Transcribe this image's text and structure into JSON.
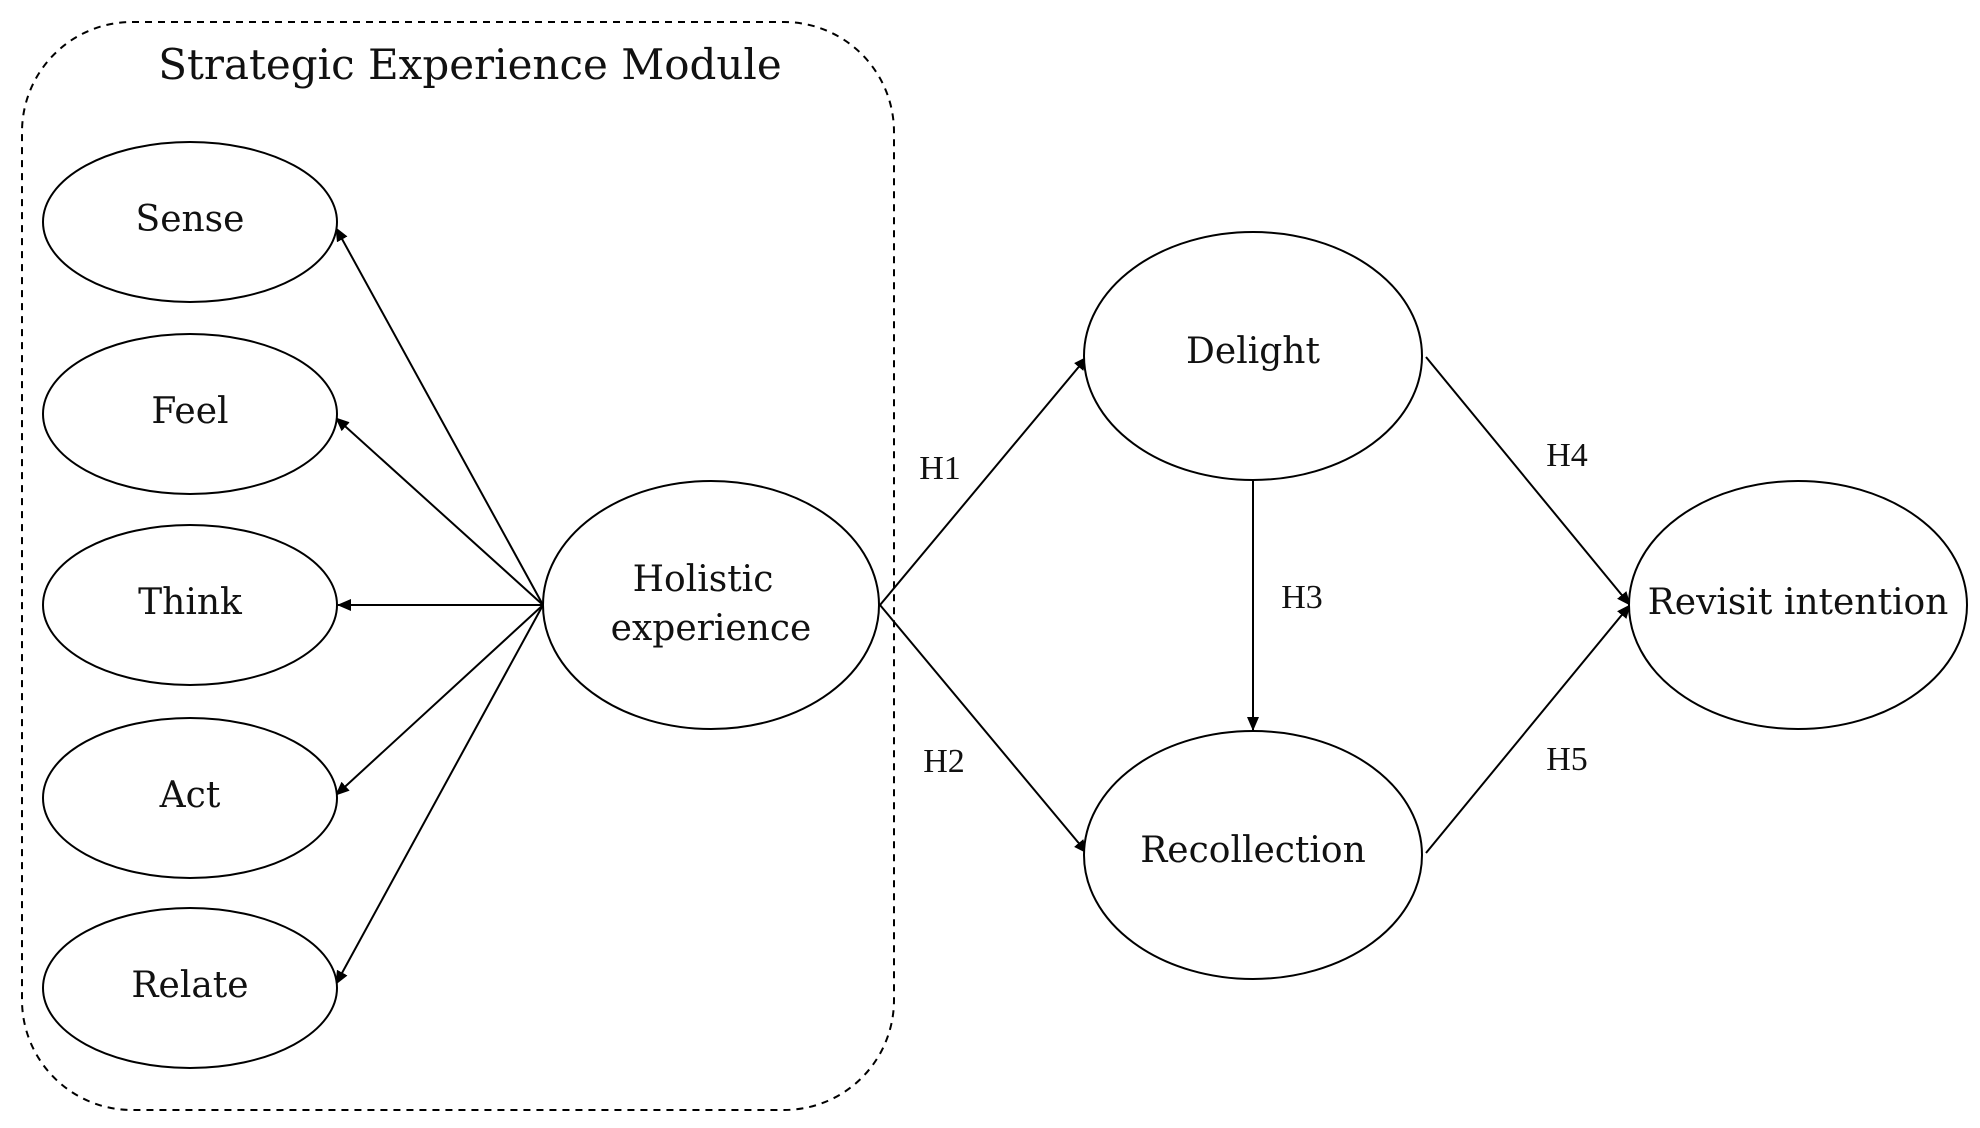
{
  "group": {
    "title": "Strategic  Experience Module"
  },
  "nodes": {
    "sense": {
      "label": "Sense"
    },
    "feel": {
      "label": "Feel"
    },
    "think": {
      "label": "Think"
    },
    "act": {
      "label": "Act"
    },
    "relate": {
      "label": "Relate"
    },
    "holistic": {
      "line1": "Holistic",
      "line2": "experience"
    },
    "delight": {
      "label": "Delight"
    },
    "recollection": {
      "label": "Recollection"
    },
    "revisit": {
      "label": "Revisit  intention"
    }
  },
  "hypotheses": {
    "h1": "H1",
    "h2": "H2",
    "h3": "H3",
    "h4": "H4",
    "h5": "H5"
  },
  "colors": {
    "stroke": "#000000",
    "text": "#111111",
    "background": "#ffffff"
  }
}
